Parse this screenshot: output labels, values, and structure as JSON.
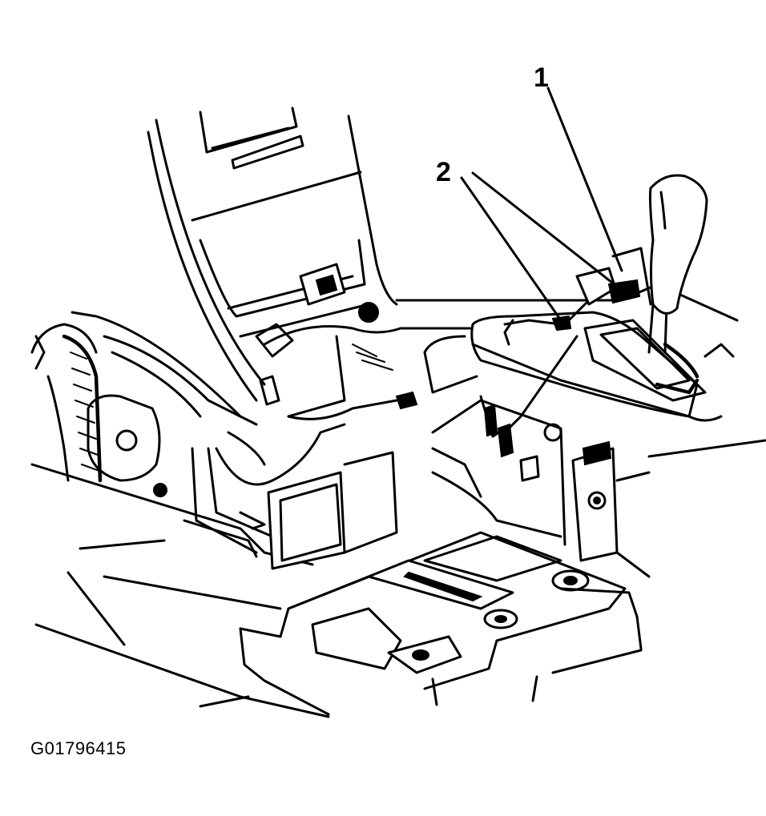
{
  "callouts": [
    {
      "id": "1",
      "label": "1"
    },
    {
      "id": "2",
      "label": "2"
    }
  ],
  "figure_code": "G01796415"
}
